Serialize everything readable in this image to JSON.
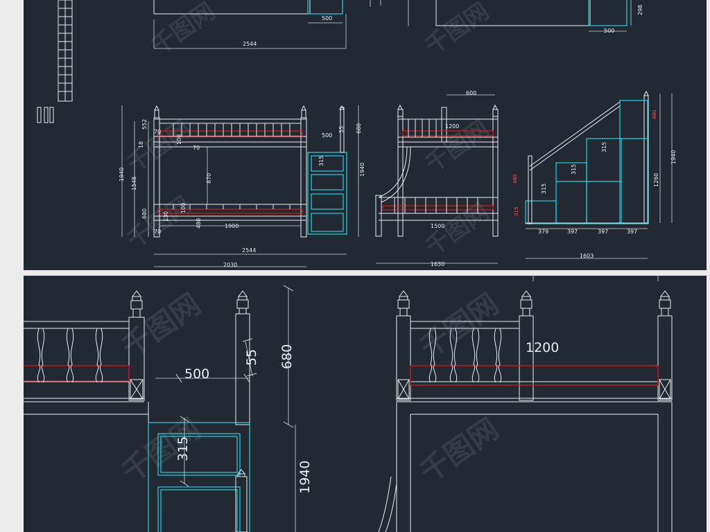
{
  "watermark": "千图网",
  "top": {
    "dims": {
      "w2544_top": "2544",
      "w500_topA": "500",
      "w500_topB": "500",
      "h298": "298",
      "w600": "600",
      "h552": "552",
      "h70a": "70",
      "h18": "18",
      "h100a": "100",
      "h70b": "70",
      "h1940_left": "1940",
      "h1548": "1548",
      "h870": "870",
      "h680_left": "680",
      "h130": "130",
      "h100b": "100",
      "h480": "480",
      "h70c": "70",
      "w1900": "1900",
      "w500_stair": "500",
      "h55": "55",
      "h315_stair": "315",
      "h680_mid": "680",
      "h1940_mid": "1940",
      "w2544_bottom": "2544",
      "w2030": "2030",
      "w1200": "1200",
      "w1500": "1500",
      "w1630": "1630",
      "h1940_right": "1940",
      "h1260": "1260",
      "h315_r1": "315",
      "h315_r2": "315",
      "h315_r3": "315",
      "h480_red": "480",
      "h480_red2": "480",
      "h315_red": "315",
      "s379": "379",
      "s397a": "397",
      "s397b": "397",
      "s397c": "397",
      "w1603": "1603"
    }
  },
  "bottom": {
    "dims": {
      "w500": "500",
      "h55": "55",
      "h680": "680",
      "h315": "315",
      "h1940": "1940",
      "w1200": "1200"
    }
  }
}
